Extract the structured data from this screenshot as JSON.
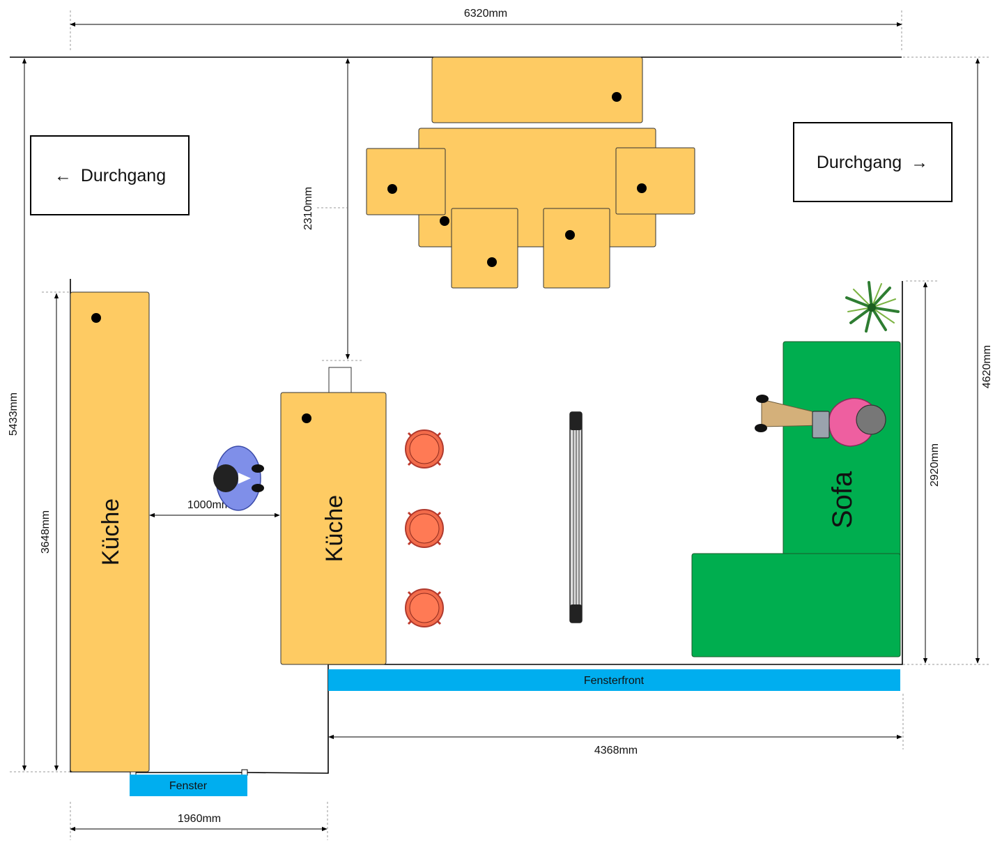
{
  "doors": {
    "left": {
      "arrow": "←",
      "label": "Durchgang"
    },
    "right": {
      "label": "Durchgang",
      "arrow": "→"
    }
  },
  "furniture": {
    "kitchen_left": "Küche",
    "kitchen_island": "Küche",
    "sofa": "Sofa"
  },
  "windows": {
    "front": "Fensterfront",
    "small": "Fenster"
  },
  "dimensions": {
    "total_width": "6320mm",
    "total_depth": "5433mm",
    "right_depth": "4620mm",
    "kitchen_length": "3648mm",
    "aisle": "1000mm",
    "table_to_island": "2310mm",
    "sofa_depth": "2920mm",
    "window_front_width": "4368mm",
    "kitchen_width": "1960mm"
  },
  "colors": {
    "furniture": "#FECB63",
    "sofa": "#00AE4F",
    "window": "#00AEEF",
    "stool": "#F26B4A",
    "person_blue": "#7F8FE9",
    "person_pink": "#EE5FA0"
  }
}
